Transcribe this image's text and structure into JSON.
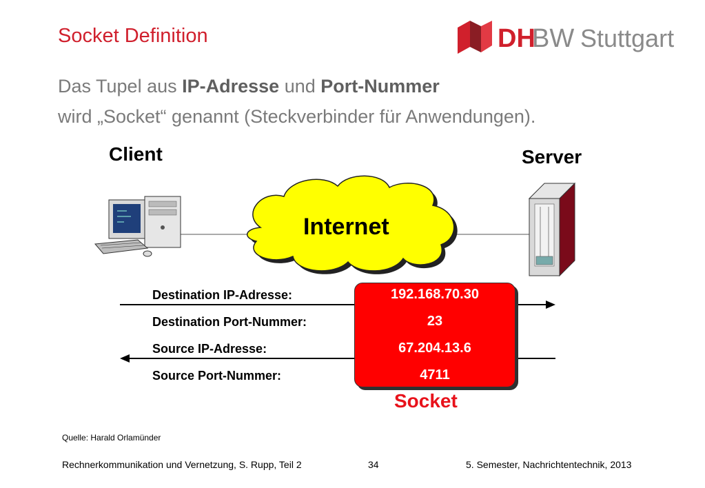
{
  "slide": {
    "title": "Socket Definition",
    "intro_line1_a": "Das Tupel aus ",
    "intro_line1_b": "IP-Adresse",
    "intro_line1_c": " und ",
    "intro_line1_d": "Port-Nummer",
    "intro_line2": "wird „Socket“ genannt (Steckverbinder für Anwendungen)."
  },
  "logo": {
    "dh": "DH",
    "bw": "BW",
    "city": "Stuttgart"
  },
  "diagram": {
    "client_label": "Client",
    "server_label": "Server",
    "internet_label": "Internet",
    "socket_label": "Socket",
    "rows": [
      {
        "label": "Destination IP-Adresse:",
        "value": "192.168.70.30"
      },
      {
        "label": "Destination Port-Nummer:",
        "value": "23"
      },
      {
        "label": "Source IP-Adresse:",
        "value": "67.204.13.6"
      },
      {
        "label": "Source Port-Nummer:",
        "value": "4711"
      }
    ],
    "colors": {
      "cloud": "#ffff00",
      "socket_box": "#ff0000",
      "accent_red": "#d01f2c"
    },
    "icons": [
      "desktop-computer-icon",
      "server-tower-icon",
      "internet-cloud-icon"
    ]
  },
  "footer": {
    "source": "Quelle: Harald Orlamünder",
    "left": "Rechnerkommunikation und Vernetzung, S. Rupp, Teil 2",
    "page": "34",
    "right": "5. Semester, Nachrichtentechnik, 2013"
  }
}
